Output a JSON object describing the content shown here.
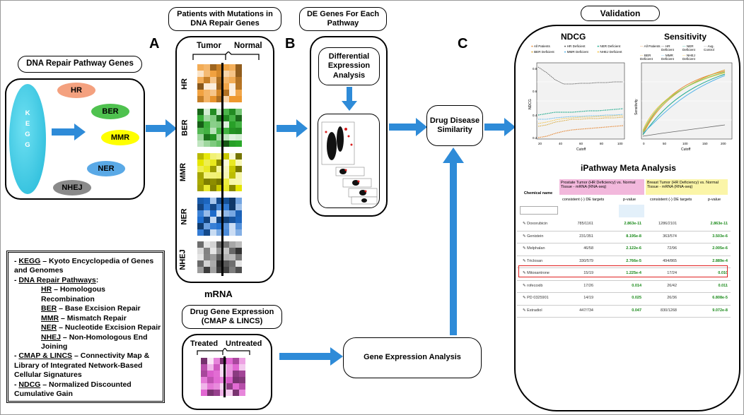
{
  "panel_letters": {
    "a": "A",
    "b": "B",
    "c": "C"
  },
  "titles": {
    "repair_genes": "DNA Repair Pathway Genes",
    "patients": "Patients with Mutations in DNA Repair Genes",
    "de_genes": "DE Genes For Each Pathway",
    "validation": "Validation",
    "drug_expr": "Drug Gene Expression (CMAP & LINCS)"
  },
  "kegg": {
    "label": "KEGG",
    "letters": [
      "K",
      "E",
      "G",
      "G"
    ]
  },
  "pathways": [
    {
      "name": "HR",
      "color": "#f4a17f"
    },
    {
      "name": "BER",
      "color": "#4fc24f"
    },
    {
      "name": "MMR",
      "color": "#ffff00"
    },
    {
      "name": "NER",
      "color": "#5aa9e6"
    },
    {
      "name": "NHEJ",
      "color": "#8a8a8a"
    }
  ],
  "heatmap": {
    "tumor": "Tumor",
    "normal": "Normal",
    "bottom": "mRNA"
  },
  "drug_heat": {
    "treated": "Treated",
    "untreated": "Untreated"
  },
  "boxes": {
    "de_analysis": "Differential Expression Analysis",
    "similarity": "Drug Disease Similarity",
    "gene_expr": "Gene Expression Analysis"
  },
  "validation": {
    "ndcg_title": "NDCG",
    "sens_title": "Sensitivity",
    "ndcg_legend": [
      "All Patients",
      "HR Deficient",
      "NER Deficient",
      "BER Deficient",
      "MMR Deficient",
      "NHEJ Deficient"
    ],
    "sens_legend": [
      "All Patients",
      "HR Deficient",
      "NER Deficient",
      "Avg. Control",
      "BER Deficient",
      "MMR Deficient",
      "NHEJ Deficient"
    ],
    "ndcg_ylabel": "NDCG",
    "sens_ylabel": "Sensitivity",
    "xlabel": "Cutoff",
    "ndcg_yticks": [
      "0.8",
      "0.6",
      "0.4",
      "0.2"
    ],
    "ndcg_xticks": [
      "20",
      "40",
      "60",
      "80",
      "100"
    ],
    "sens_xticks": [
      "0",
      "50",
      "100",
      "150",
      "200"
    ],
    "meta_title": "iPathway Meta Analysis",
    "table": {
      "chem_header": "Chemical name",
      "prostate_header": "Prostate Tumor (HR Deficiency) vs. Normal Tissue - mRNA (RNA-seq)",
      "breast_header": "Breast Tumor (HR Deficiency) vs. Normal Tissue - mRNA (RNA-seq)",
      "sub1": "consistent (-) DE targets",
      "sub2": "p-value",
      "rows": [
        {
          "name": "Doxorubicin",
          "a": "785/1161",
          "b": "2.863e-11",
          "c": "1286/2101",
          "d": "2.863e-11"
        },
        {
          "name": "Genistein",
          "a": "231/351",
          "b": "8.195e-8",
          "c": "363/574",
          "d": "3.503e-6"
        },
        {
          "name": "Melphalan",
          "a": "46/58",
          "b": "2.122e-6",
          "c": "72/96",
          "d": "2.005e-6"
        },
        {
          "name": "Triclosan",
          "a": "330/579",
          "b": "2.766e-5",
          "c": "494/865",
          "d": "2.889e-4"
        },
        {
          "name": "Mitoxantrone",
          "a": "15/19",
          "b": "1.225e-4",
          "c": "17/24",
          "d": "0.010"
        },
        {
          "name": "rofecoxib",
          "a": "17/26",
          "b": "0.014",
          "c": "26/42",
          "d": "0.011"
        },
        {
          "name": "PD 0325901",
          "a": "14/19",
          "b": "0.025",
          "c": "26/36",
          "d": "6.808e-5"
        },
        {
          "name": "Estradiol",
          "a": "447/734",
          "b": "0.047",
          "c": "830/1268",
          "d": "9.072e-8"
        }
      ]
    }
  },
  "legend": {
    "l1a": "KEGG",
    "l1b": " – Kyoto Encyclopedia of Genes and Genomes",
    "l2a": "DNA Repair Pathways",
    "hr": "HR",
    "hr_t": " – Homologous Recombination",
    "ber": "BER",
    "ber_t": " – Base Excision Repair",
    "mmr": "MMR",
    "mmr_t": " – Mismatch Repair",
    "ner": "NER",
    "ner_t": " – Nucleotide Excision Repair",
    "nhej": "NHEJ",
    "nhej_t": " – Non-Homologous End Joining",
    "cmap": "CMAP  & LINCS",
    "cmap_t": " – Connectivity Map & Library of Integrated Network-Based Cellular Signatures",
    "ndcg": "NDCG",
    "ndcg_t": " – Normalized Discounted Cumulative Gain"
  }
}
